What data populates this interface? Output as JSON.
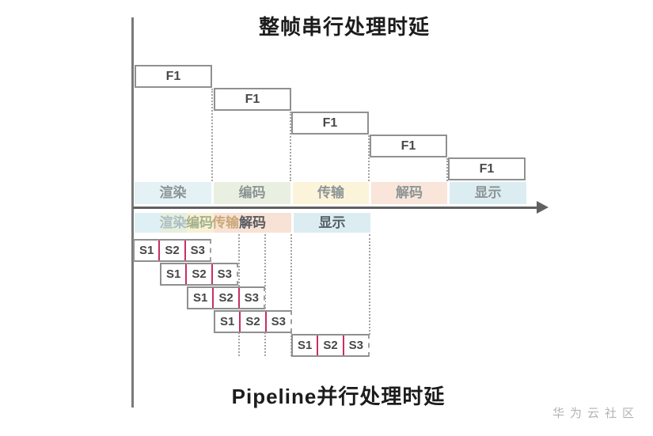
{
  "titles": {
    "serial": "整帧串行处理时延",
    "pipeline": "Pipeline并行处理时延"
  },
  "frame_label": "F1",
  "slices": [
    "S1",
    "S2",
    "S3"
  ],
  "serial_stages": [
    {
      "label": "渲染",
      "color": "#e4f1f5"
    },
    {
      "label": "编码",
      "color": "#eaf0e1"
    },
    {
      "label": "传输",
      "color": "#fbf4da"
    },
    {
      "label": "解码",
      "color": "#f9e5da"
    },
    {
      "label": "显示",
      "color": "#dcedf2"
    }
  ],
  "pipeline_stages": [
    {
      "label": "渲染",
      "color": "#dff0f4",
      "text_color": "#a9bfc6"
    },
    {
      "label": "编码",
      "color": "#e7eedd",
      "text_color": "#a4b18c"
    },
    {
      "label": "传输",
      "color": "#f8f0d5",
      "text_color": "#c9a878"
    },
    {
      "label": "解码",
      "color": "#f8e2d5",
      "text_color": "#565b60"
    },
    {
      "label": "显示",
      "color": "#dcedf2",
      "text_color": "#566065"
    }
  ],
  "watermark": "华为云社区",
  "colors": {
    "axis": "#6b6b6b",
    "box_border": "#909090",
    "slice_divider": "#c73060",
    "guide": "#a3a3a3",
    "stage_label_text": "#8d9596",
    "frame_text": "#4a4a4a",
    "title_text": "#1c1c1c",
    "watermark_text": "#b3b3b3"
  }
}
